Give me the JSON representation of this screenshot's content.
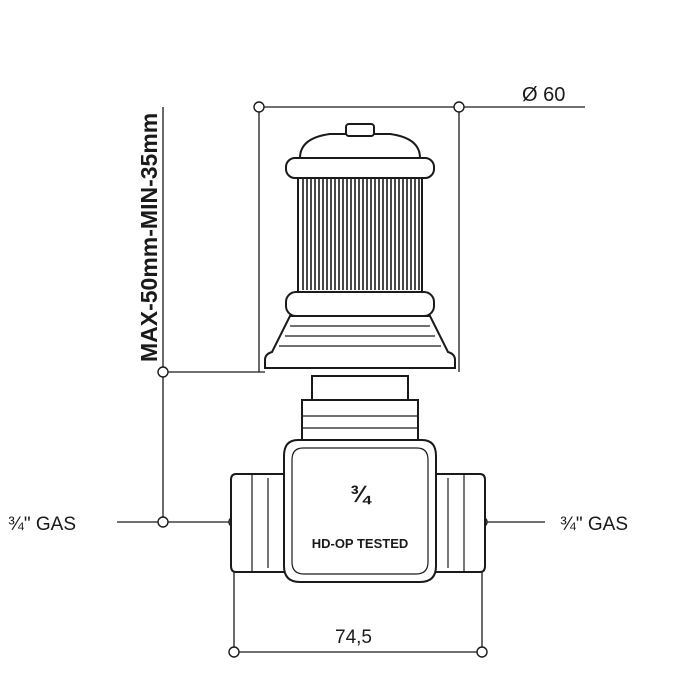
{
  "drawing": {
    "diameter_label": "Ø  60",
    "height_range_label": "MAX-50mm-MIN-35mm",
    "left_port_label": "¾\" GAS",
    "right_port_label": "¾\" GAS",
    "width_label": "74,5",
    "body_size_mark": "¾",
    "body_test_mark": "HD-OP TESTED"
  }
}
